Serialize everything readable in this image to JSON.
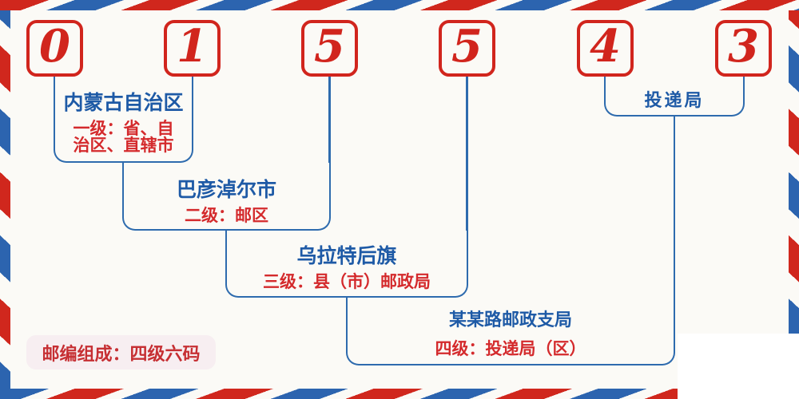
{
  "postal_code": {
    "value": "015543",
    "digits": [
      "0",
      "1",
      "5",
      "5",
      "4",
      "3"
    ]
  },
  "levels": [
    {
      "name": "内蒙古自治区",
      "desc_lines": [
        "一级：省、自",
        "治区、直辖市"
      ]
    },
    {
      "name": "巴彦淖尔市",
      "desc_lines": [
        "二级：邮区"
      ]
    },
    {
      "name": "乌拉特后旗",
      "desc_lines": [
        "三级：县（市）邮政局"
      ]
    },
    {
      "name": "某某路邮政支局",
      "desc_lines": [
        "四级：投递局（区）"
      ]
    }
  ],
  "delivery_office_label": "投递局",
  "badge_text": "邮编组成：四级六码",
  "colors": {
    "red": "#d1251d",
    "blue": "#2e6bae",
    "text-blue": "#1e5aa6",
    "text-red": "#d42a2c",
    "badge-red": "#c62f33",
    "badge-bg": "#f7eef1",
    "page-bg": "#fbfaf6",
    "stripe-red": "#d0271d",
    "stripe-blue": "#2c64af",
    "patch-white": "#ffffff"
  }
}
